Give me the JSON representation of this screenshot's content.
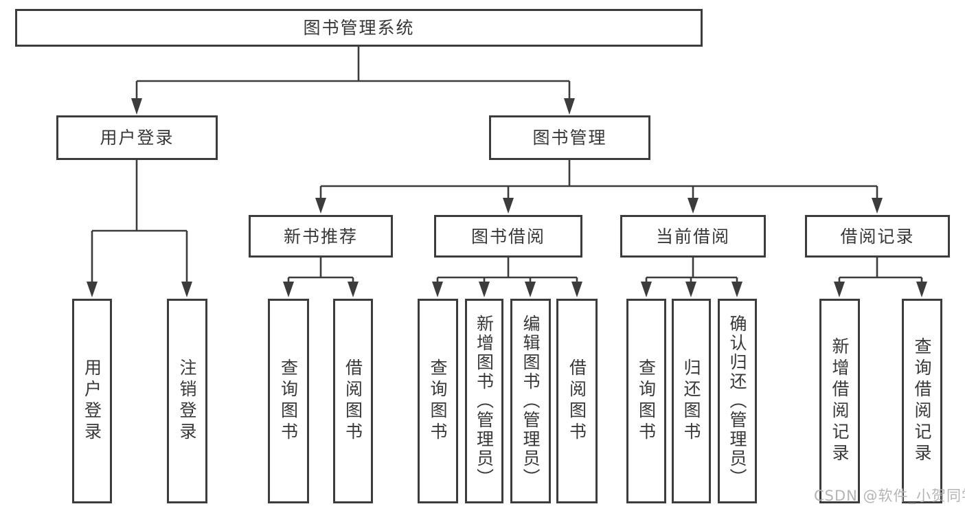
{
  "tree": {
    "root": "图书管理系统",
    "level2": [
      "用户登录",
      "图书管理"
    ],
    "level3": [
      "新书推荐",
      "图书借阅",
      "当前借阅",
      "借阅记录"
    ],
    "leaves": {
      "user_login": [
        "用户登录",
        "注销登录"
      ],
      "new_books": [
        "查询图书",
        "借阅图书"
      ],
      "book_borrow": [
        "查询图书",
        "新增图书（管理员）",
        "编辑图书（管理员）",
        "借阅图书"
      ],
      "current_borrow": [
        "查询图书",
        "归还图书",
        "确认归还（管理员）"
      ],
      "borrow_records": [
        "新增借阅记录",
        "查询借阅记录"
      ]
    }
  },
  "watermark": "CSDN @软件_小贺同学",
  "colors": {
    "line": "#3c3c3c",
    "text": "#383838",
    "watermark": "#b4b4b4",
    "background": "#ffffff"
  }
}
